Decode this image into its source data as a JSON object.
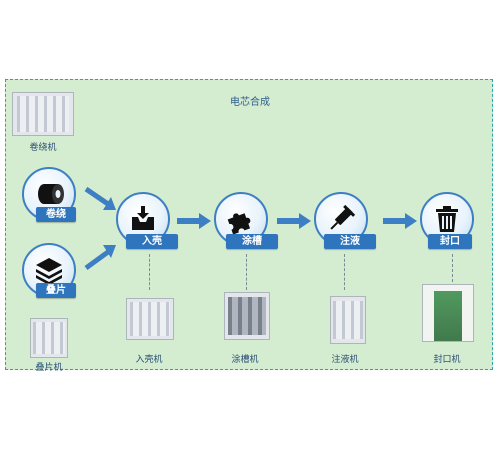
{
  "panel": {
    "title": "电芯合成"
  },
  "machines": {
    "winding": "卷绕机",
    "stacking": "叠片机",
    "casing": "入壳机",
    "gluing": "涂槽机",
    "injection": "注液机",
    "sealing": "封口机"
  },
  "steps": {
    "winding": "卷绕",
    "stacking": "叠片",
    "casing": "入壳",
    "gluing": "涂槽",
    "injection": "注液",
    "sealing": "封口"
  },
  "icons": {
    "winding": "roll-icon",
    "stacking": "layers-icon",
    "casing": "inbox-icon",
    "gluing": "puzzle-icon",
    "injection": "syringe-icon",
    "sealing": "trash-can-icon"
  },
  "colors": {
    "panel_bg": "#d4ecd0",
    "accent": "#2f75bd",
    "arrow": "#3d7fc4"
  }
}
